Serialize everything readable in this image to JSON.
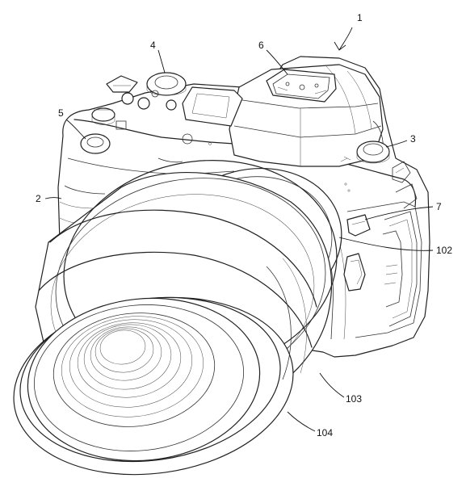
{
  "labels": {
    "camera": "1",
    "body": "2",
    "shutter_dial": "3",
    "mode_dial": "4",
    "rear_dial": "5",
    "hot_shoe": "6",
    "release_lever": "7",
    "lens_mount": "102",
    "front_ring": "103",
    "rear_ring": "104"
  }
}
